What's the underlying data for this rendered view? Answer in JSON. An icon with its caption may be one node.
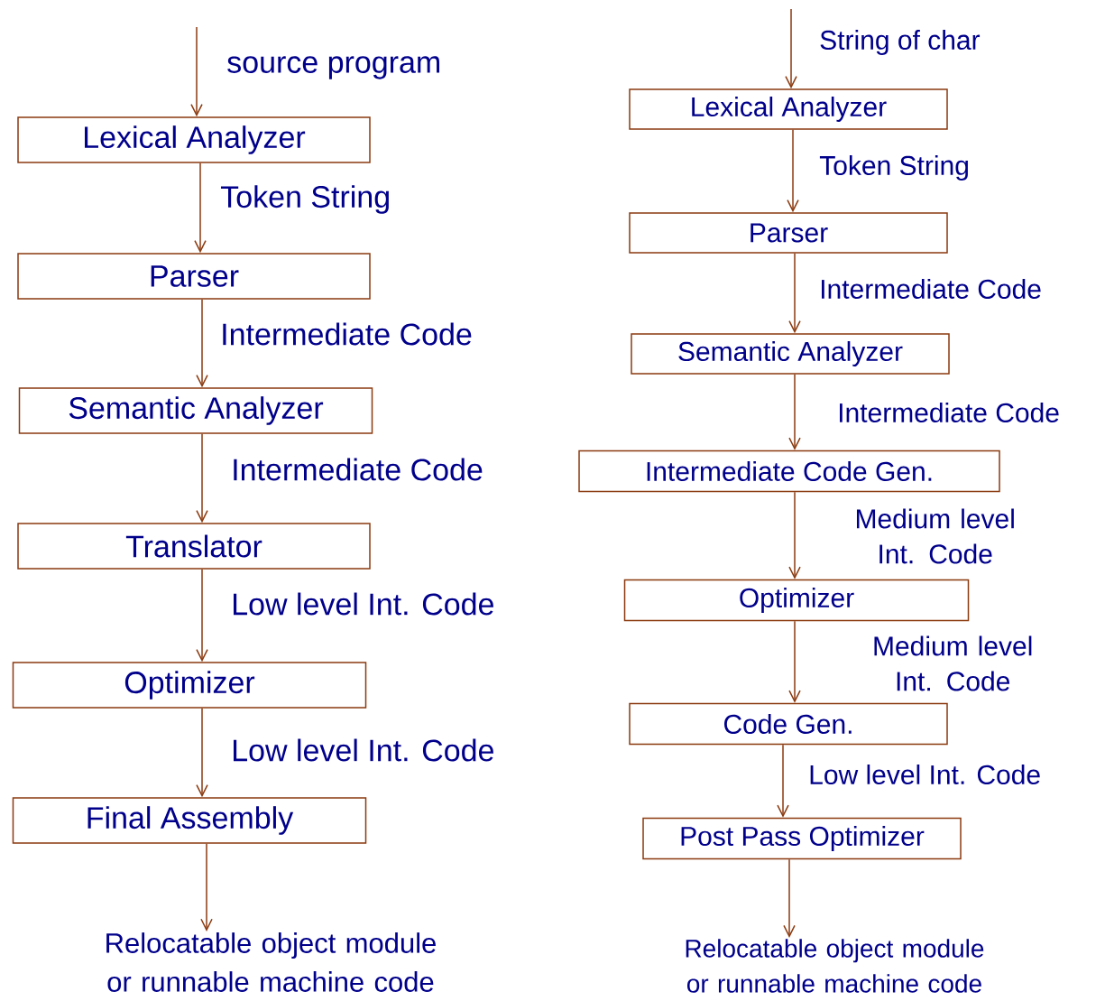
{
  "diagram": {
    "nodes": [
      {
        "text": [
          "Lexical  Analyzer"
        ]
      },
      {
        "text": [
          "Parser"
        ]
      },
      {
        "text": [
          "Semantic Analyzer"
        ]
      },
      {
        "text": [
          "Translator"
        ]
      },
      {
        "text": [
          "Optimizer"
        ]
      },
      {
        "text": [
          "Final Assembly"
        ]
      },
      {
        "text": [
          "Relocatable object module or runnable machine code"
        ]
      },
      {
        "text": [
          "Lexical  Analyzer"
        ]
      },
      {
        "text": [
          "Parser"
        ]
      },
      {
        "text": [
          "Semantic Analyzer"
        ]
      },
      {
        "text": [
          "Intermediate Code Gen."
        ]
      },
      {
        "text": [
          "Optimizer"
        ]
      },
      {
        "text": [
          "Code Gen."
        ]
      },
      {
        "text": [
          "Post Pass Optimizer"
        ]
      },
      {
        "text": [
          "Relocatable object module or runnable machine code"
        ]
      }
    ],
    "edges": [
      {
        "from": null,
        "to": 0,
        "arrow": "to",
        "label": "source program"
      },
      {
        "from": 0,
        "to": 1,
        "arrow": "to",
        "label": "Token String"
      },
      {
        "from": 1,
        "to": 2,
        "arrow": "to",
        "label": "Intermediate Code"
      },
      {
        "from": 2,
        "to": 3,
        "arrow": "to",
        "label": "Intermediate Code"
      },
      {
        "from": 3,
        "to": 4,
        "arrow": "to",
        "label": "Low level  Int. Code"
      },
      {
        "from": 4,
        "to": 5,
        "arrow": "to",
        "label": "Low level Int. Code"
      },
      {
        "from": 5,
        "to": 6,
        "arrow": "to"
      },
      {
        "from": null,
        "to": 7,
        "arrow": "to",
        "label": "String of char"
      },
      {
        "from": 7,
        "to": 8,
        "arrow": "to",
        "label": "Token String"
      },
      {
        "from": 8,
        "to": 9,
        "arrow": "to",
        "label": "Intermediate Code"
      },
      {
        "from": 9,
        "to": 10,
        "arrow": "to",
        "label": "Intermediate Code"
      },
      {
        "from": 10,
        "to": 11,
        "arrow": "to",
        "label": "Medium level Int. Code"
      },
      {
        "from": 11,
        "to": 12,
        "arrow": "to",
        "label": "Medium level Int. Code"
      },
      {
        "from": 12,
        "to": 13,
        "arrow": "to",
        "label": "Low level  Int. Code"
      },
      {
        "from": 13,
        "to": 14,
        "arrow": "to"
      }
    ]
  }
}
